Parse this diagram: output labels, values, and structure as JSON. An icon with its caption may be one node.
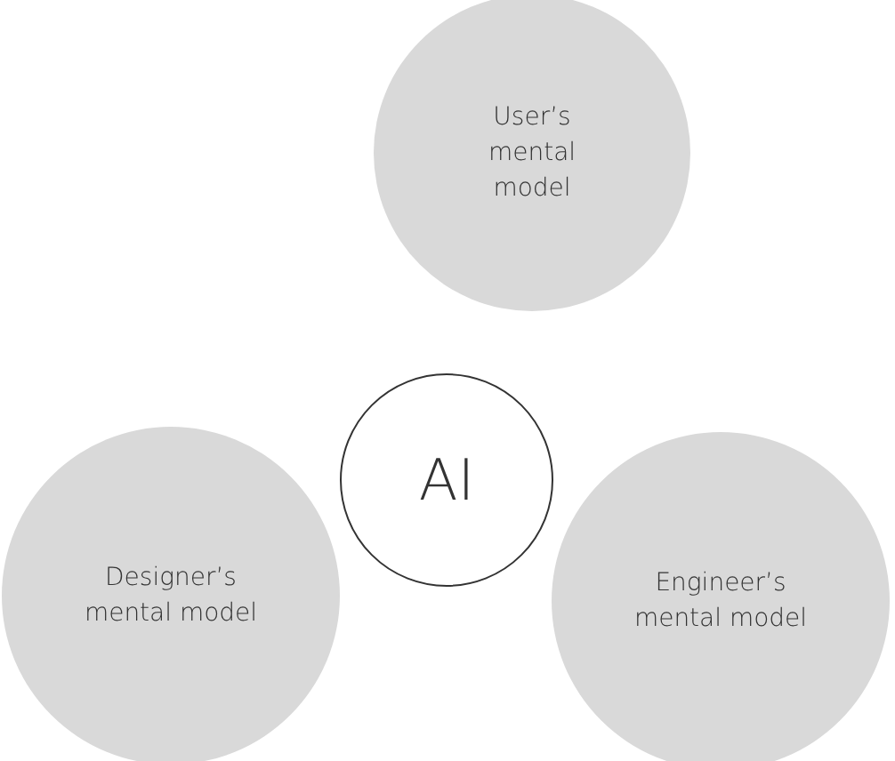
{
  "diagram": {
    "nodes": [
      {
        "text": [
          "User’s mental model"
        ]
      },
      {
        "text": [
          "AI"
        ]
      },
      {
        "text": [
          "Designer’s mental model"
        ]
      },
      {
        "text": [
          "Engineer’s mental model"
        ]
      }
    ]
  }
}
